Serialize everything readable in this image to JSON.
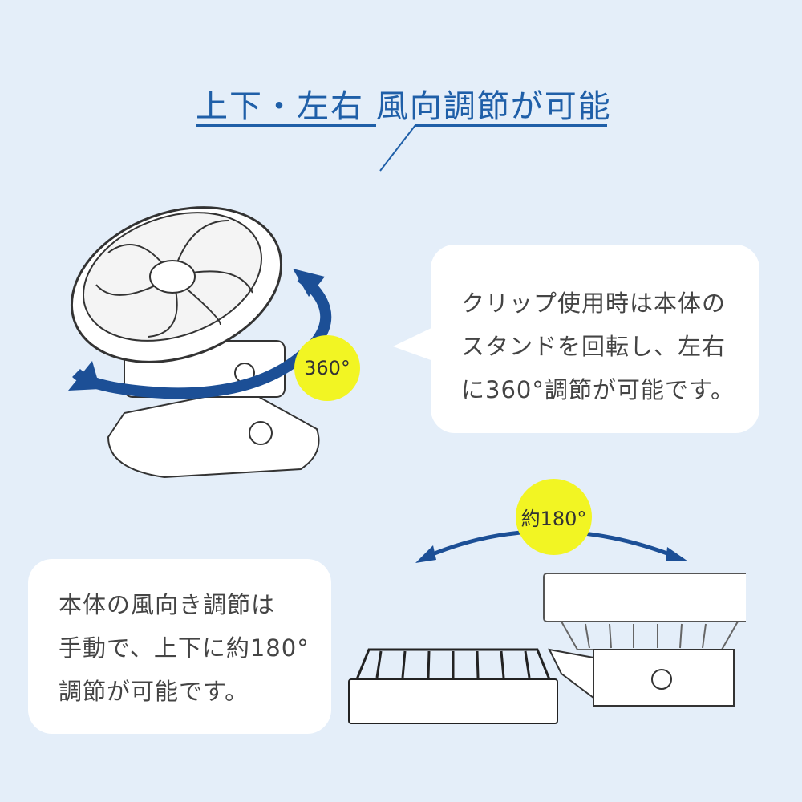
{
  "title": "上下・左右 風向調節が可能",
  "callout_right": {
    "lines": [
      "クリップ使用時は本体の",
      "スタンドを回転し、左右",
      "に360°調節が可能です。"
    ]
  },
  "callout_left": {
    "lines": [
      "本体の風向き調節は",
      "手動で、上下に約180°",
      "調節が可能です。"
    ]
  },
  "badge_360": "360°",
  "badge_180": "約180°",
  "colors": {
    "background": "#e4eef9",
    "accent": "#1f5fa8",
    "badge": "#f2f523",
    "arrow": "#1c4f96"
  }
}
